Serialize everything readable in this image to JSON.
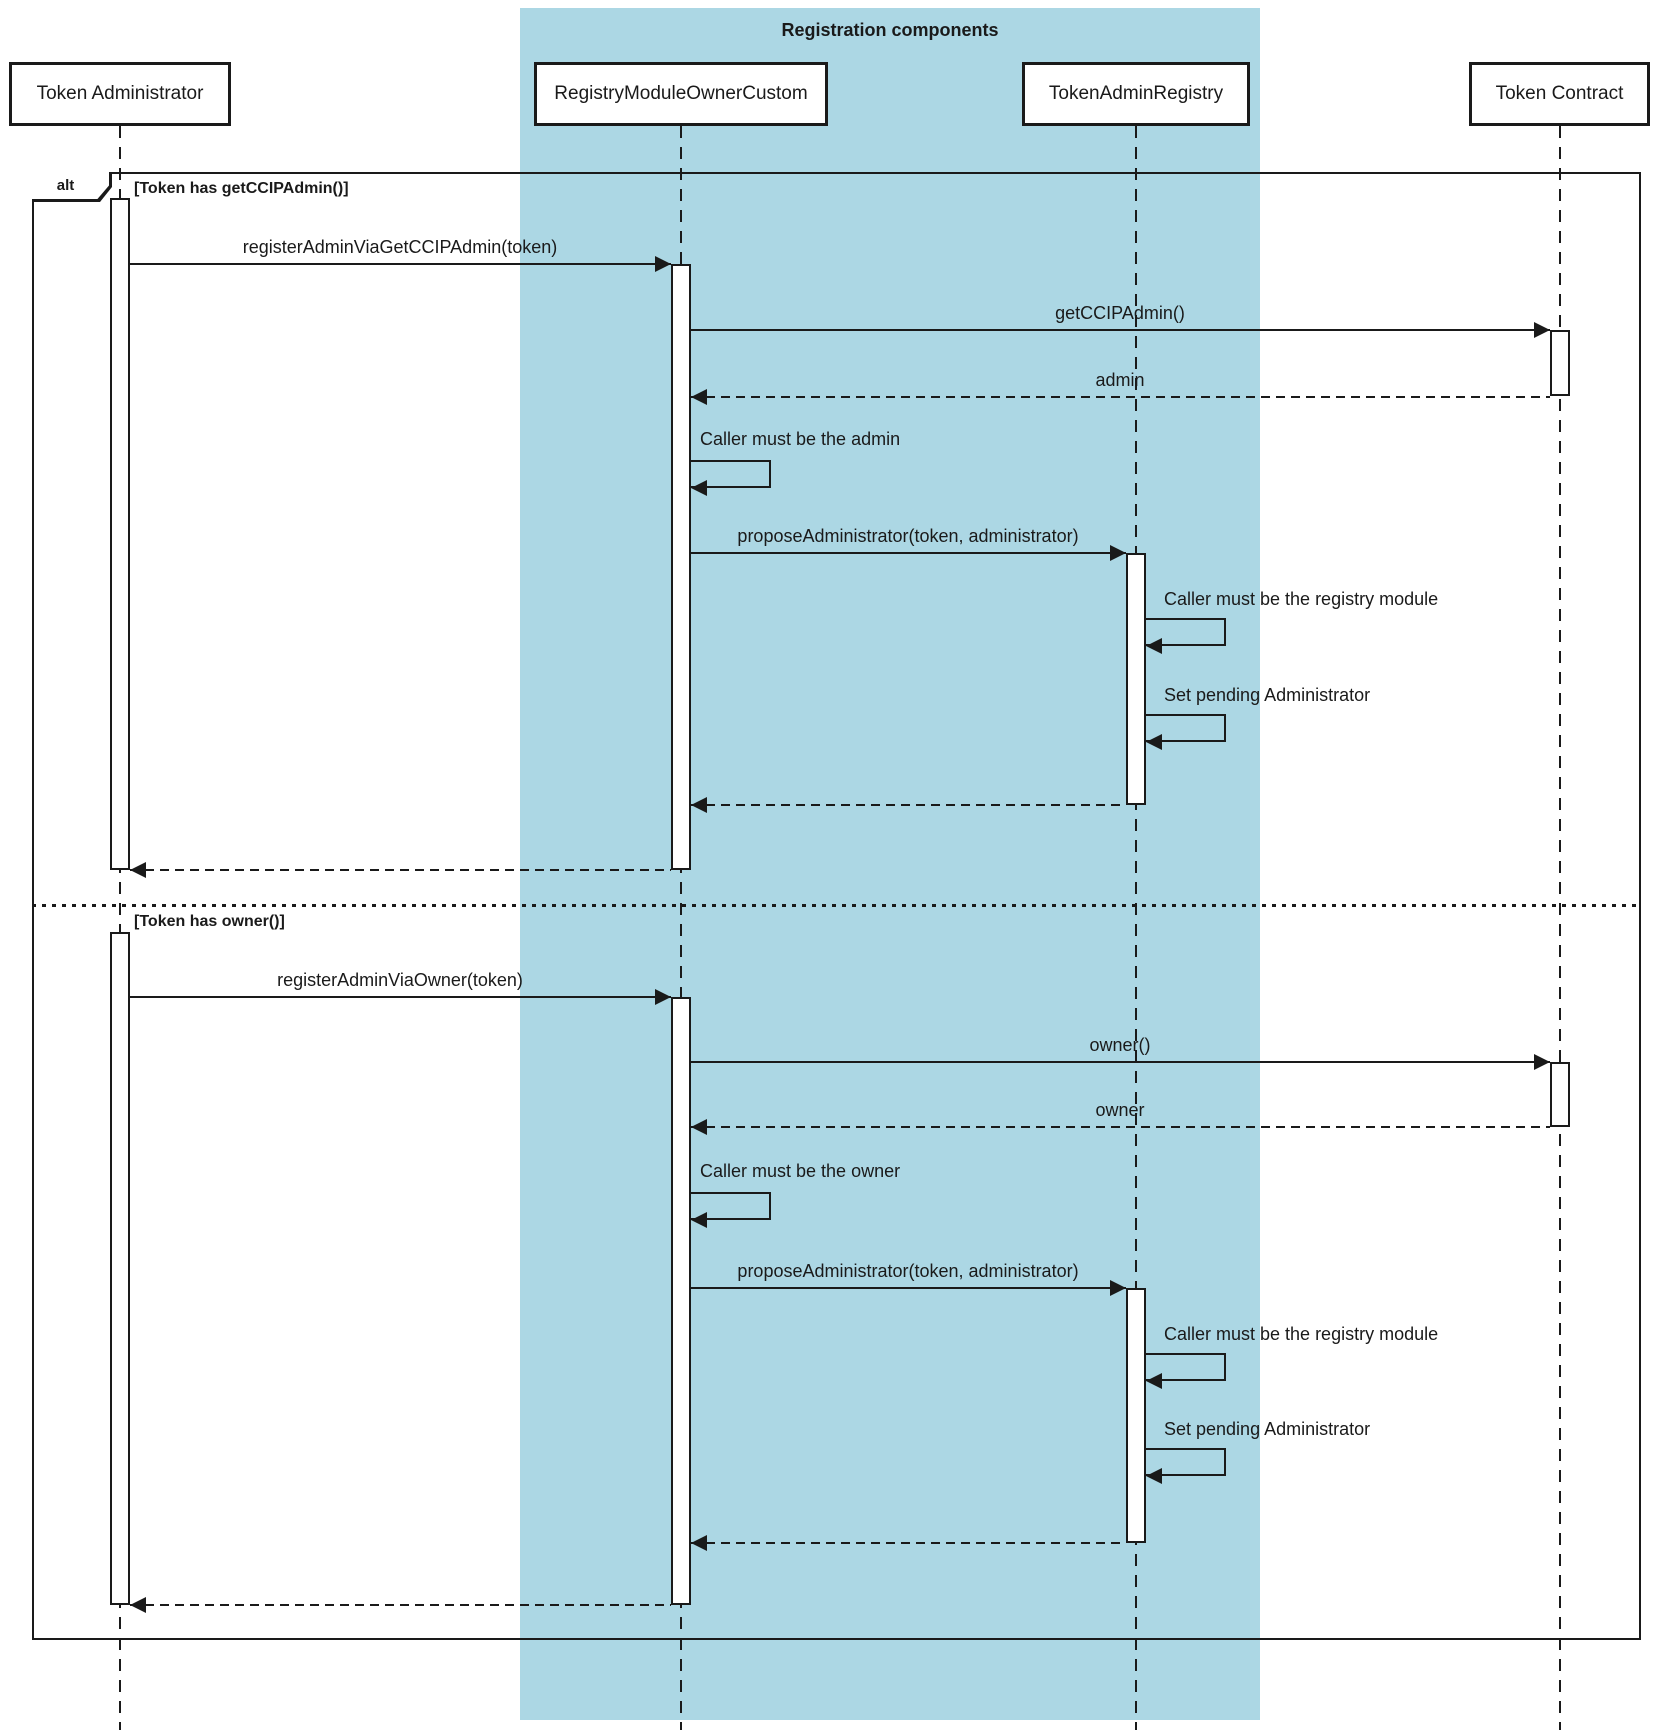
{
  "region": {
    "title": "Registration components"
  },
  "participants": [
    {
      "label": "Token Administrator"
    },
    {
      "label": "RegistryModuleOwnerCustom"
    },
    {
      "label": "TokenAdminRegistry"
    },
    {
      "label": "Token Contract"
    }
  ],
  "frame": {
    "operator": "alt",
    "branch1_guard": "[Token has getCCIPAdmin()]",
    "branch2_guard": "[Token has owner()]"
  },
  "branch1": {
    "call_register": "registerAdminViaGetCCIPAdmin(token)",
    "call_get_admin": "getCCIPAdmin()",
    "return_admin": "admin",
    "self_caller_admin": "Caller must be the admin",
    "call_propose": "proposeAdministrator(token, administrator)",
    "self_caller_registry": "Caller must be the registry module",
    "self_set_pending": "Set pending Administrator"
  },
  "branch2": {
    "call_register": "registerAdminViaOwner(token)",
    "call_owner": "owner()",
    "return_owner": "owner",
    "self_caller_owner": "Caller must be the owner",
    "call_propose": "proposeAdministrator(token, administrator)",
    "self_caller_registry": "Caller must be the registry module",
    "self_set_pending": "Set pending Administrator"
  },
  "colors": {
    "highlight": "#acd7e4",
    "line": "#1a1a1a",
    "background": "#ffffff"
  }
}
